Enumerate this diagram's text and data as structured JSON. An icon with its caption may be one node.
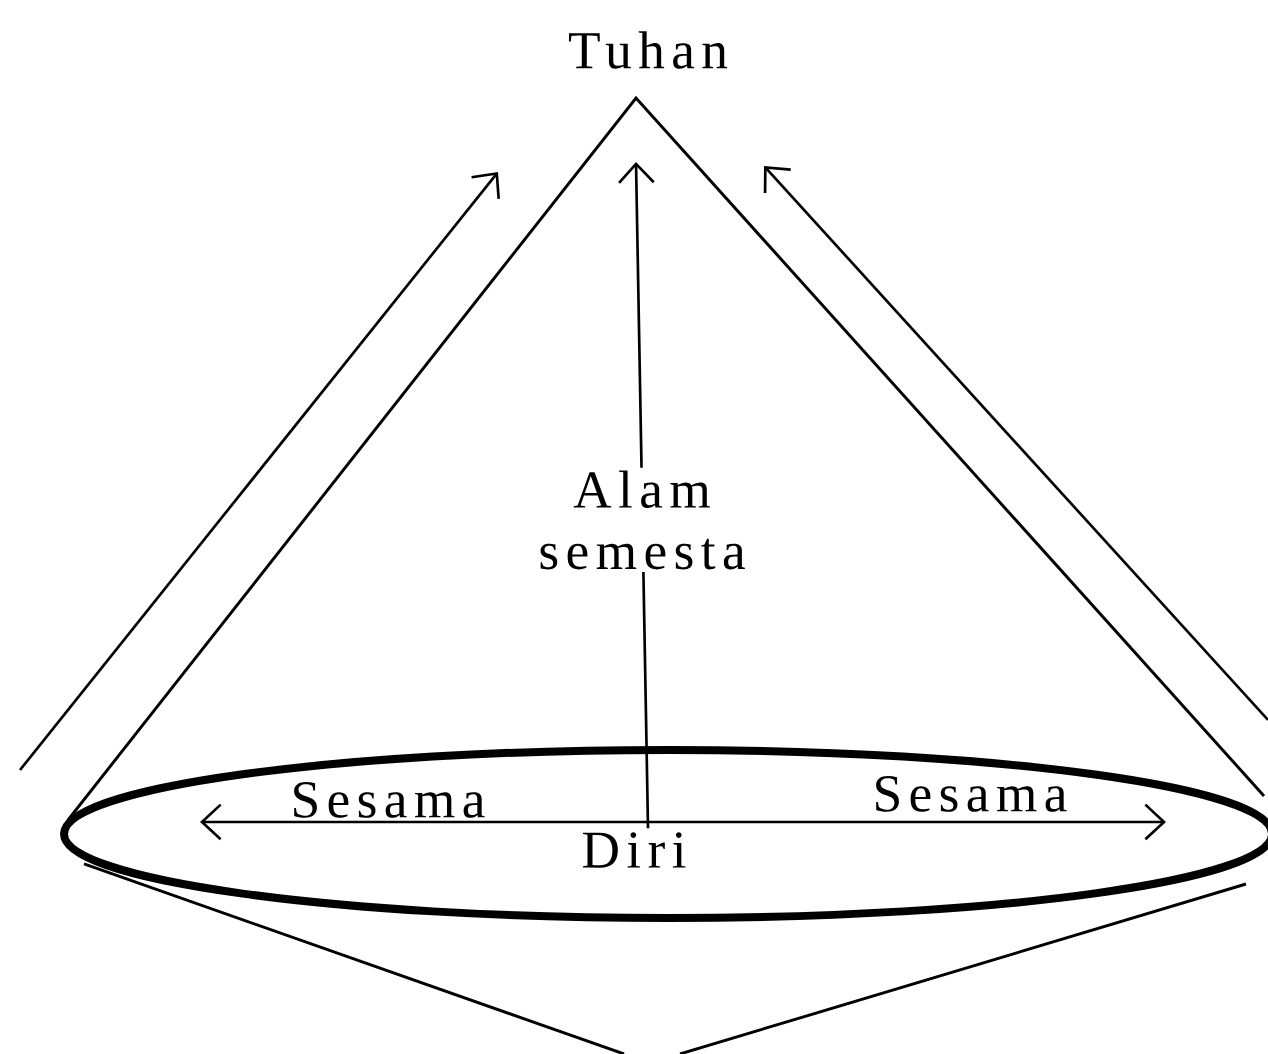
{
  "diagram": {
    "nodes": [
      {
        "text": [
          "Tuhan"
        ]
      },
      {
        "text": [],
        "shape": "ellipse"
      },
      {
        "text": [
          "Sesama"
        ],
        "in": 1
      },
      {
        "text": [
          "Sesama"
        ],
        "in": 1
      },
      {
        "text": [
          "Diri"
        ],
        "in": 1
      }
    ],
    "edges": [
      {
        "from": 4,
        "to": 0,
        "arrow": "to",
        "label": "Alam semesta"
      },
      {
        "from": 2,
        "to": 3,
        "arrow": "both"
      },
      {
        "from": 1,
        "to": 0,
        "arrow": "to"
      },
      {
        "from": 1,
        "to": 0,
        "arrow": "to"
      }
    ]
  }
}
